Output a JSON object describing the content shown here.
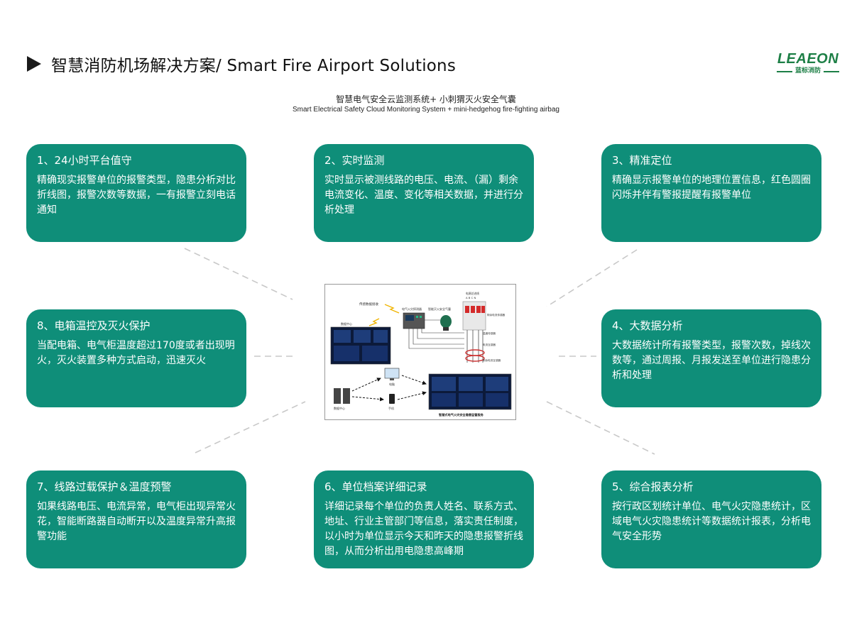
{
  "header": {
    "title": "智慧消防机场解决方案/ Smart Fire Airport Solutions"
  },
  "logo": {
    "word": "LEAEON",
    "subtitle": "蓝标消防",
    "color": "#1d7f46"
  },
  "subtitle": {
    "cn": "智慧电气安全云监测系统+ 小刺猬灭火安全气囊",
    "en": "Smart Electrical Safety Cloud Monitoring System + mini-hedgehog fire-fighting airbag"
  },
  "theme": {
    "card_color": "#0f8e79",
    "connector_color": "#c8c8c8"
  },
  "cards": [
    {
      "title": "1、24小时平台值守",
      "body": "精确现实报警单位的报警类型，隐患分析对比折线图，报警次数等数据，一有报警立刻电话通知"
    },
    {
      "title": "2、实时监测",
      "body": "实时显示被测线路的电压、电流、（漏）剩余电流变化、温度、变化等相关数据，并进行分析处理"
    },
    {
      "title": "3、精准定位",
      "body": "精确显示报警单位的地理位置信息，红色圆圈闪烁并伴有警报提醒有报警单位"
    },
    {
      "title": "4、大数据分析",
      "body": "大数据统计所有报警类型，报警次数，掉线次数等，通过周报、月报发送至单位进行隐患分析和处理"
    },
    {
      "title": "5、综合报表分析",
      "body": "按行政区划统计单位、电气火灾隐患统计，区域电气火灾隐患统计等数据统计报表，分析电气安全形势"
    },
    {
      "title": "6、单位档案详细记录",
      "body": "详细记录每个单位的负责人姓名、联系方式、地址、行业主管部门等信息，落实责任制度，以小时为单位显示今天和昨天的隐患报警折线图，从而分析出用电隐患高峰期"
    },
    {
      "title": "7、线路过载保护＆温度预警",
      "body": "如果线路电压、电流异常，电气柜出现异常火花，智能断路器自动断开以及温度异常升高报警功能"
    },
    {
      "title": "8、电箱温控及灭火保护",
      "body": "当配电箱、电气柜温度超过170度或者出现明火，灭火装置多种方式启动，迅速灭火"
    }
  ],
  "center_diagram": {
    "labels": {
      "transmitter": "传感数据接收",
      "cabinet": "电气火灾探测器",
      "airbag": "智能灭火安全气囊",
      "power": "电源总进线",
      "abcn": "A B C N",
      "current_sensor": "剩余电流传感器",
      "temp_sensor": "温度传感器",
      "current_probe": "电流互感器",
      "voltage_probe": "剩余电流互感器",
      "data_center_top": "数据中心",
      "computer": "电脑",
      "phone": "手机",
      "data_center": "数据中心",
      "service": "智慧式电气火灾安全隐患监管服务"
    }
  }
}
